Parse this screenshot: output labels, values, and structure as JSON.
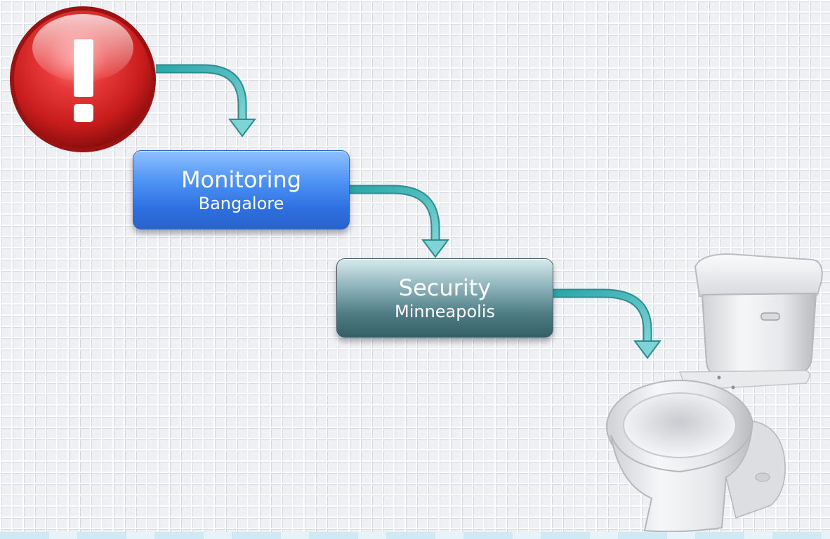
{
  "nodes": {
    "monitoring": {
      "title": "Monitoring",
      "subtitle": "Bangalore"
    },
    "security": {
      "title": "Security",
      "subtitle": "Minneapolis"
    }
  },
  "icons": {
    "start": "alert-exclamation-icon",
    "end": "toilet-icon"
  },
  "colors": {
    "monitoring_box": "#4d92f4",
    "security_box": "#4f7d85",
    "arrow": "#3bb6b8",
    "alert_red": "#d42a2a"
  }
}
